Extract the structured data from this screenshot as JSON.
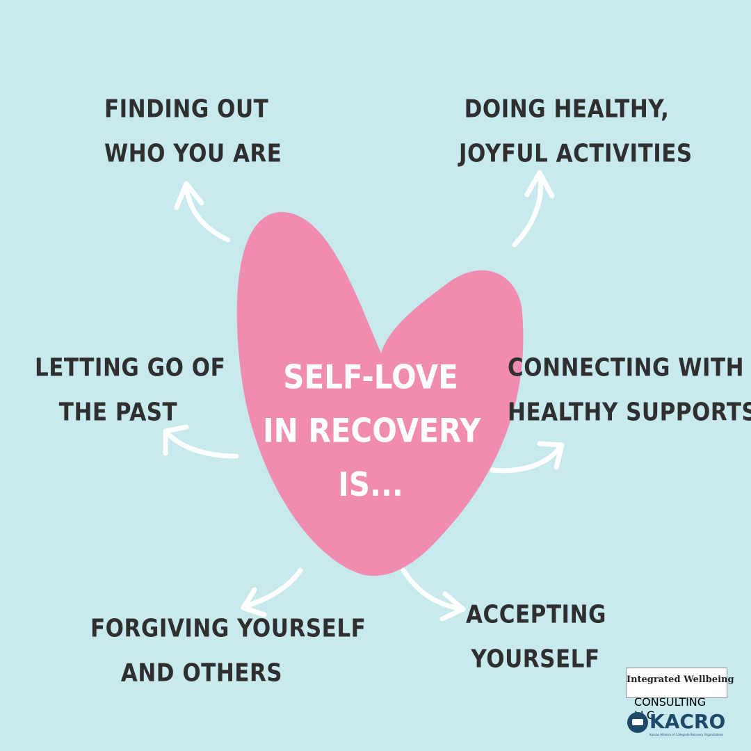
{
  "center": {
    "lines": [
      "SELF-LOVE",
      "IN RECOVERY",
      "IS..."
    ]
  },
  "items": [
    {
      "lines": [
        "FINDING OUT",
        "WHO YOU ARE"
      ]
    },
    {
      "lines": [
        "DOING HEALTHY,",
        "JOYFUL ACTIVITIES"
      ]
    },
    {
      "lines": [
        "LETTING GO OF",
        "THE PAST"
      ]
    },
    {
      "lines": [
        "CONNECTING WITH",
        "HEALTHY SUPPORTS"
      ]
    },
    {
      "lines": [
        "FORGIVING YOURSELF",
        "AND OTHERS"
      ]
    },
    {
      "lines": [
        "ACCEPTING",
        "YOURSELF"
      ]
    }
  ],
  "logos": {
    "integrated_wellbeing": {
      "name": "Integrated Wellbeing",
      "tagline": "CONSULTING LLC"
    },
    "kacro": {
      "name": "KACRO",
      "subtitle": "Kansas Alliance of Collegiate Recovery Organizations"
    }
  },
  "colors": {
    "background": "#c8eaee",
    "heart": "#f08cb0",
    "text": "#2f2f2f",
    "arrow": "#ffffff"
  }
}
